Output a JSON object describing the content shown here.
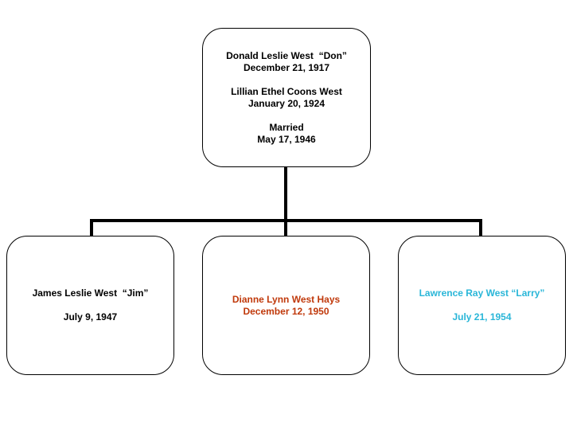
{
  "root": {
    "line1": "Donald Leslie West  “Don”",
    "line2": "December 21, 1917",
    "line3": "Lillian Ethel Coons West",
    "line4": "January 20, 1924",
    "line5": "Married",
    "line6": "May 17, 1946"
  },
  "children": [
    {
      "name": "James Leslie West  “Jim”",
      "date": "July 9, 1947",
      "color": "#000000"
    },
    {
      "name": "Dianne Lynn West Hays",
      "date": "December 12, 1950",
      "color": "#c0390b"
    },
    {
      "name": "Lawrence Ray West “Larry”",
      "date": "July 21, 1954",
      "color": "#29b6d8"
    }
  ],
  "colors": {
    "line": "#000000",
    "border": "#000000"
  }
}
